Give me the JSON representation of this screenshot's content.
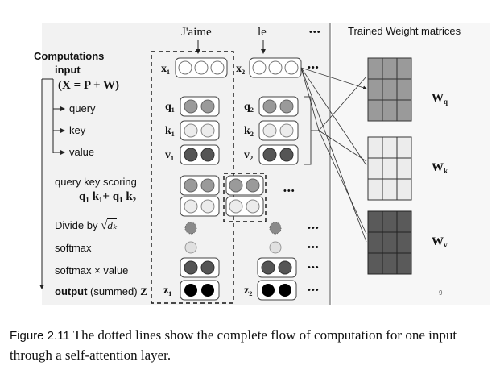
{
  "header": {
    "word1": "J'aime",
    "word2": "le",
    "ellipsis": "•••",
    "weights_title": "Trained Weight matrices"
  },
  "computations": {
    "title": "Computations",
    "input_label": "input",
    "input_formula": "(X = P + W)",
    "query": "query",
    "key": "key",
    "value": "value",
    "scoring_label": "query key scoring",
    "scoring_formula": "q₁ k₁+ q₁ k₂",
    "divide_label": "Divide by",
    "divide_sqrt": "√",
    "divide_dk": "dₖ",
    "softmax": "softmax",
    "softmax_value": "softmax × value",
    "output_bold": "output",
    "output_rest": "(summed)",
    "output_z": "Z"
  },
  "vectors": {
    "x1": "x₁",
    "x2": "x₂",
    "q1": "q₁",
    "q2": "q₂",
    "k1": "k₁",
    "k2": "k₂",
    "v1": "v₁",
    "v2": "v₂",
    "z1": "z₁",
    "z2": "z₂"
  },
  "matrices": {
    "wq": "Wq",
    "wk": "Wk",
    "wv": "Wv",
    "wq_color": "#9a9a9a",
    "wk_color": "#ececec",
    "wv_color": "#5a5a5a"
  },
  "page_number": "9",
  "caption": {
    "label": "Figure 2.11",
    "text": "The dotted lines show the complete flow of computation for one input through a self-attention layer."
  }
}
